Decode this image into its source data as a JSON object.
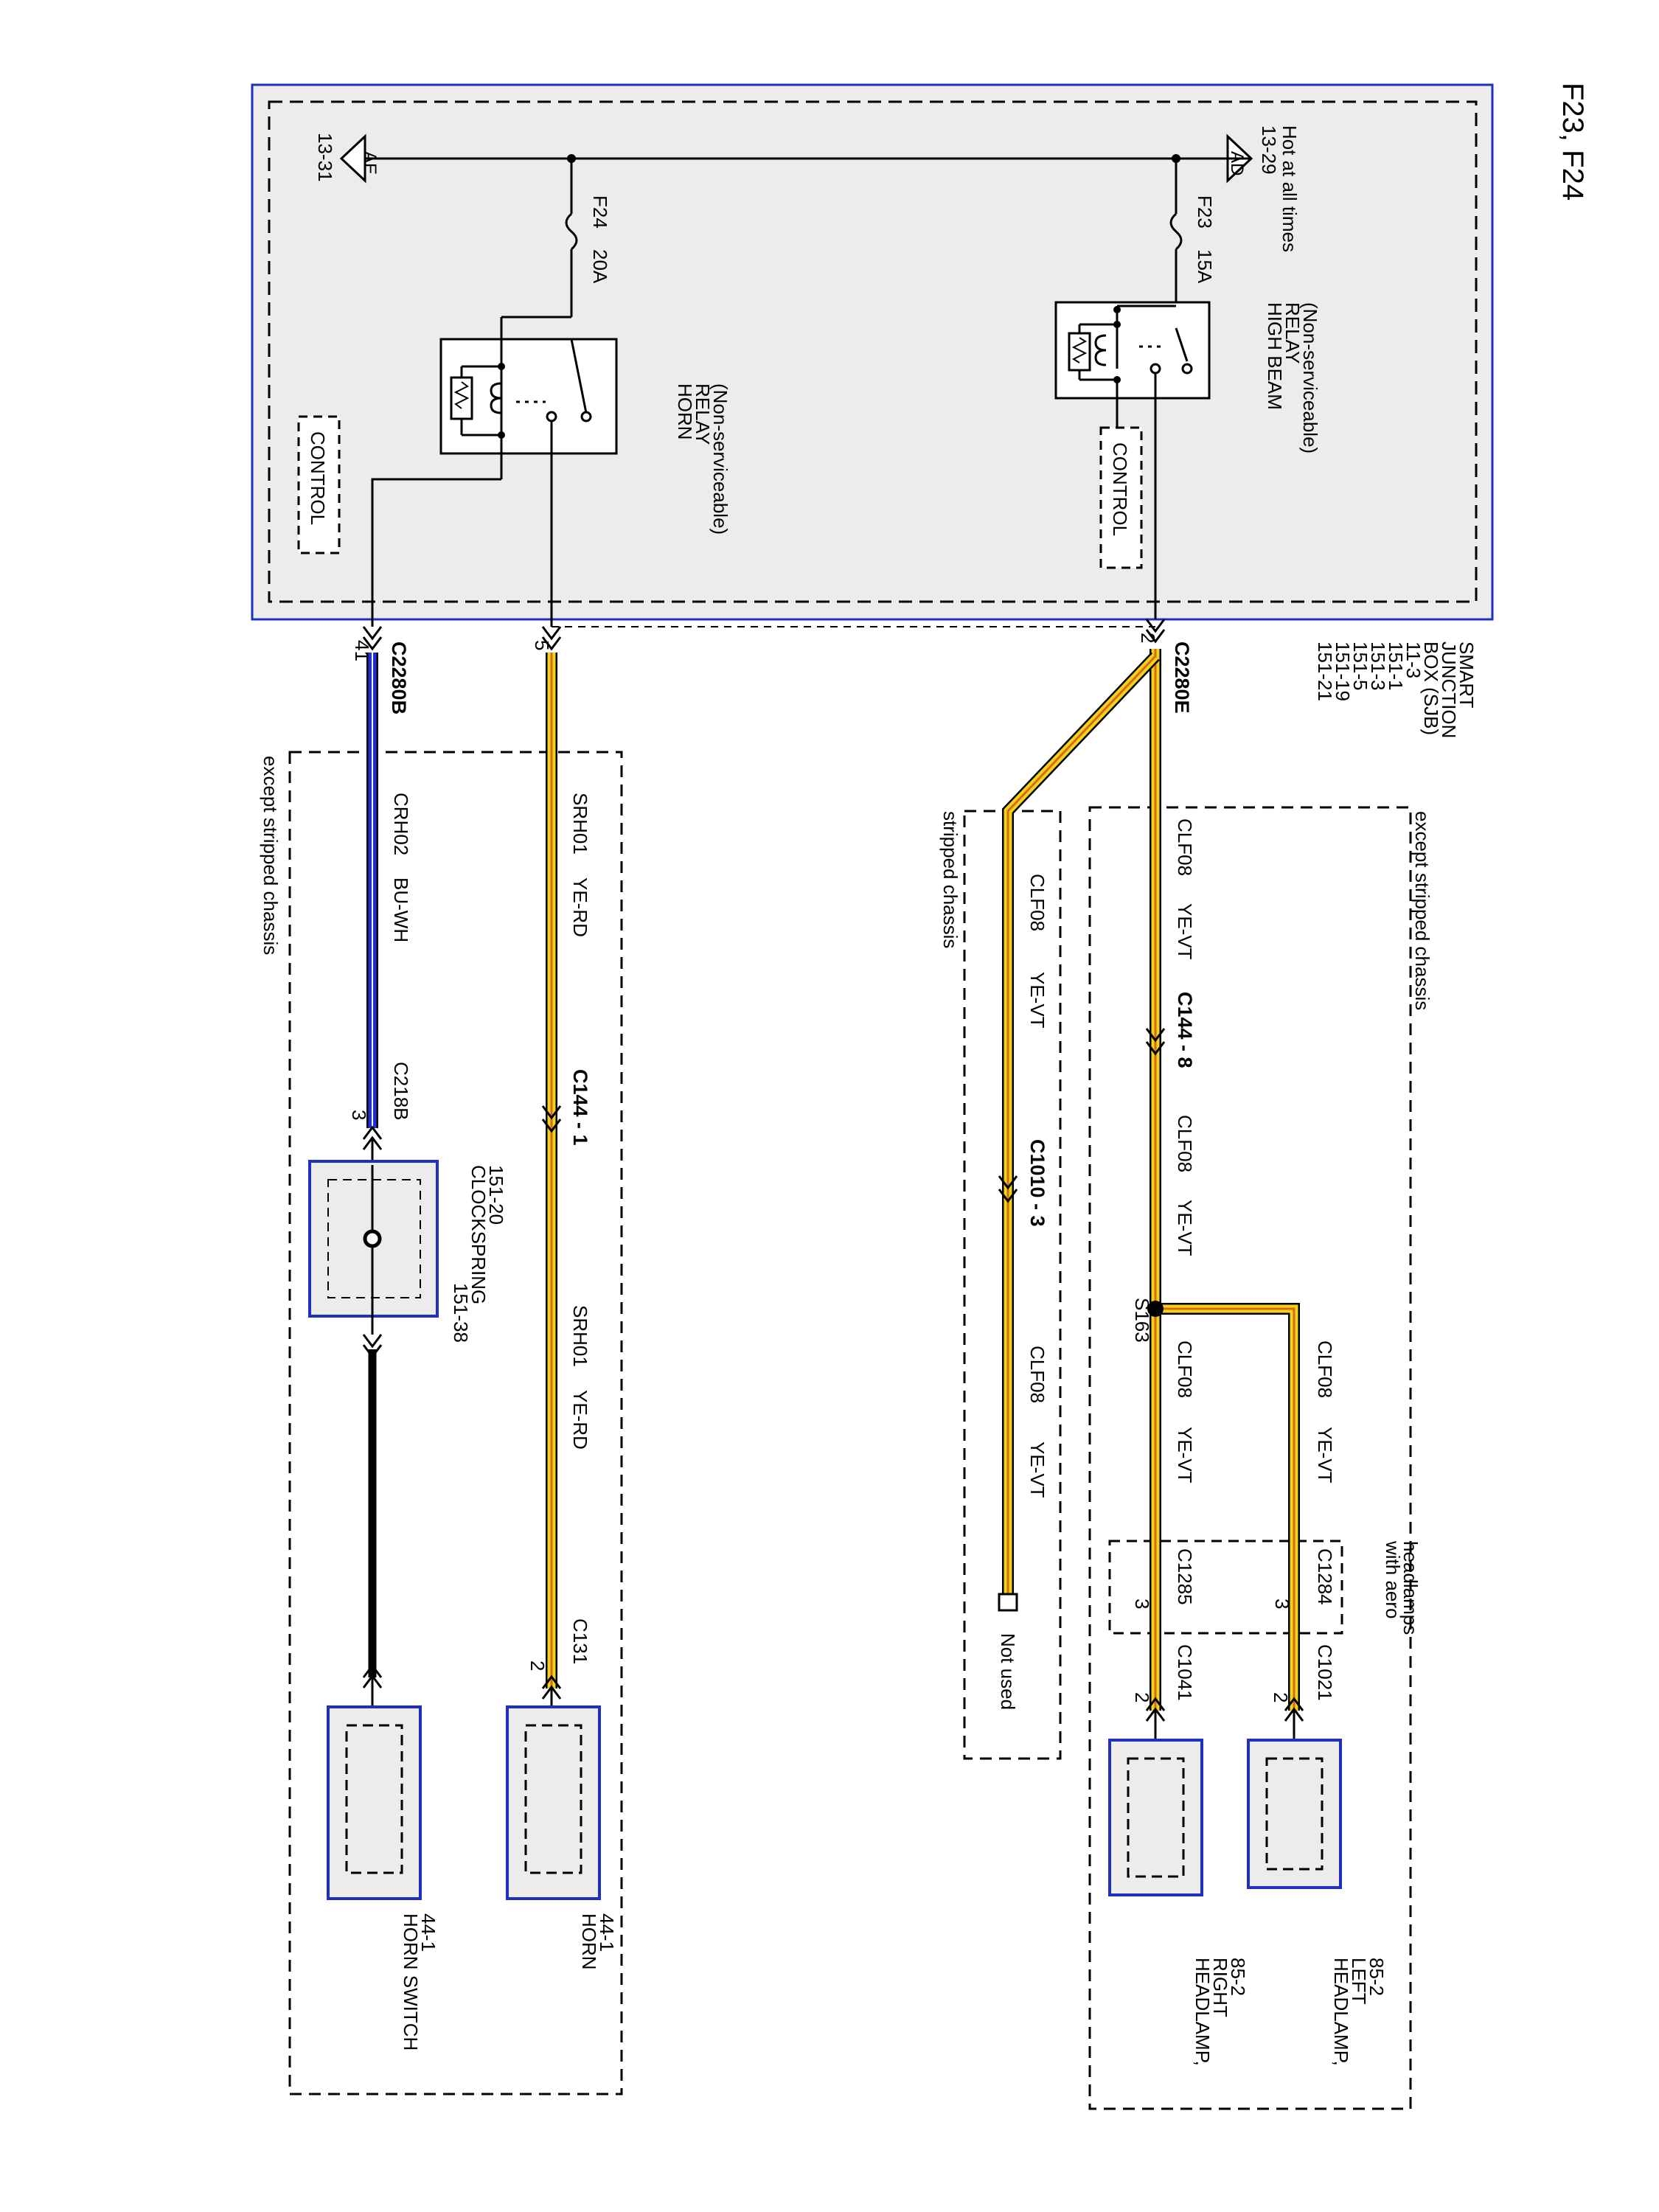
{
  "page": {
    "title": "F23, F24"
  },
  "sjb": {
    "name_lines": [
      "SMART",
      "JUNCTION",
      "BOX (SJB)",
      "11-3",
      "151-1",
      "151-3",
      "151-5",
      "151-19",
      "151-21"
    ],
    "hot_label": "Hot at all times",
    "ad_ref": "13-29",
    "ad_symbol": "AD",
    "ae_ref": "13-31",
    "ae_symbol": "AE",
    "f23_name": "F23",
    "f23_rating": "15A",
    "f24_name": "F24",
    "f24_rating": "20A",
    "high_beam_relay": [
      "HIGH BEAM",
      "RELAY",
      "(Non-serviceable)"
    ],
    "horn_relay": [
      "HORN",
      "RELAY",
      "(Non-serviceable)"
    ],
    "control_label": "CONTROL"
  },
  "connectors": {
    "c2280e": "C2280E",
    "c2280e_pin": "2",
    "c2280b": "C2280B",
    "c2280b_pin": "41",
    "pin5": "5",
    "c144_8": "C144 - 8",
    "c144_1": "C144 - 1",
    "c1010_3": "C1010 - 3",
    "s163": "S163",
    "c1284": "C1284",
    "c1284_pin": "3",
    "c1285": "C1285",
    "c1285_pin": "3",
    "c1021": "C1021",
    "c1021_pin": "2",
    "c1041": "C1041",
    "c1041_pin": "2",
    "c131": "C131",
    "c131_pin": "2",
    "c218b": "C218B",
    "c218b_pin": "3"
  },
  "wires": {
    "clf08": "CLF08",
    "ye_vt": "YE-VT",
    "srh01": "SRH01",
    "ye_rd": "YE-RD",
    "crh02": "CRH02",
    "bu_wh": "BU-WH"
  },
  "groups": {
    "except_stripped": "except stripped chassis",
    "stripped": "stripped chassis",
    "with_aero": [
      "with aero",
      "headlamps"
    ],
    "not_used": "Not used"
  },
  "components": {
    "headlamp_left": [
      "HEADLAMP,",
      "LEFT",
      "85-2"
    ],
    "headlamp_right": [
      "HEADLAMP,",
      "RIGHT",
      "85-2"
    ],
    "horn": [
      "HORN",
      "44-1"
    ],
    "horn_switch": [
      "HORN SWITCH",
      "44-1"
    ],
    "clockspring": [
      "CLOCKSPRING",
      "151-20"
    ],
    "clockspring_ref2": "151-38"
  },
  "colors": {
    "frame_blue": "#1f2fc0",
    "ye": "#f2d21a",
    "vt_rd": "#d86b1a",
    "bu": "#1f2fd8",
    "box_fill": "#ececec"
  }
}
